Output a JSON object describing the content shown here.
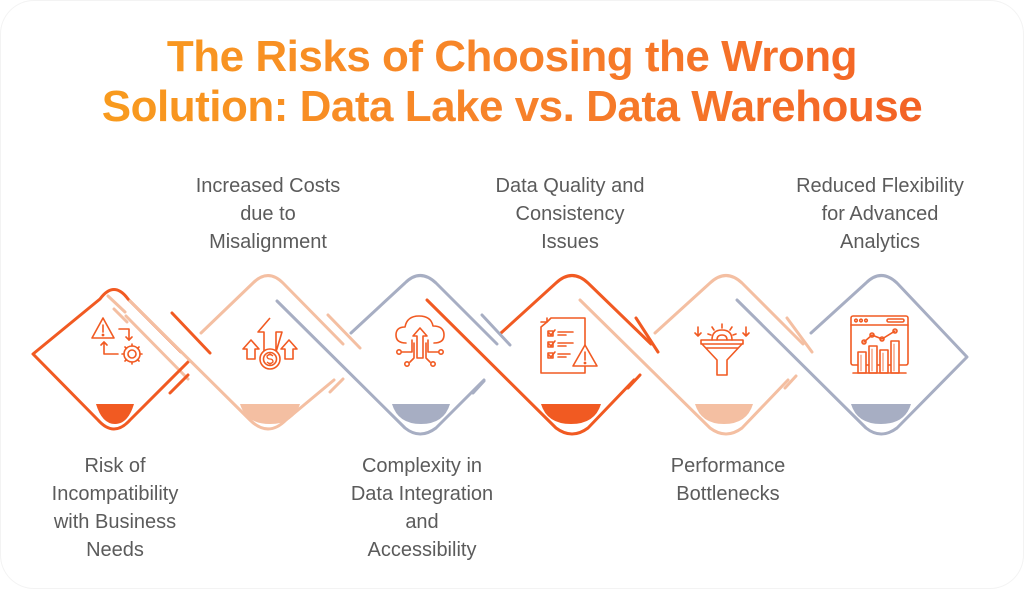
{
  "title": {
    "line1": "The Risks of Choosing the Wrong",
    "line2": "Solution: Data Lake vs. Data Warehouse"
  },
  "colors": {
    "orange": "#F15A22",
    "peach": "#F4BFA2",
    "slate": "#A7AEC3",
    "text": "#5B5B5B",
    "title_start": "#F9A11B",
    "title_end": "#F25A24"
  },
  "steps": [
    {
      "position": "bottom",
      "color": "orange",
      "icon": "warning-gear-cycle-icon",
      "lines": [
        "Risk of",
        "Incompatibility",
        "with Business",
        "Needs"
      ]
    },
    {
      "position": "top",
      "color": "peach",
      "icon": "dollar-growth-arrows-icon",
      "lines": [
        "Increased Costs",
        "due to",
        "Misalignment"
      ]
    },
    {
      "position": "bottom",
      "color": "slate",
      "icon": "cloud-upload-network-icon",
      "lines": [
        "Complexity in",
        "Data Integration",
        "and",
        "Accessibility"
      ]
    },
    {
      "position": "top",
      "color": "orange",
      "icon": "checklist-warning-icon",
      "lines": [
        "Data Quality and",
        "Consistency",
        "Issues"
      ]
    },
    {
      "position": "bottom",
      "color": "peach",
      "icon": "funnel-gear-icon",
      "lines": [
        "Performance",
        "Bottlenecks"
      ]
    },
    {
      "position": "top",
      "color": "slate",
      "icon": "analytics-dashboard-icon",
      "lines": [
        "Reduced Flexibility",
        "for Advanced",
        "Analytics"
      ]
    }
  ]
}
